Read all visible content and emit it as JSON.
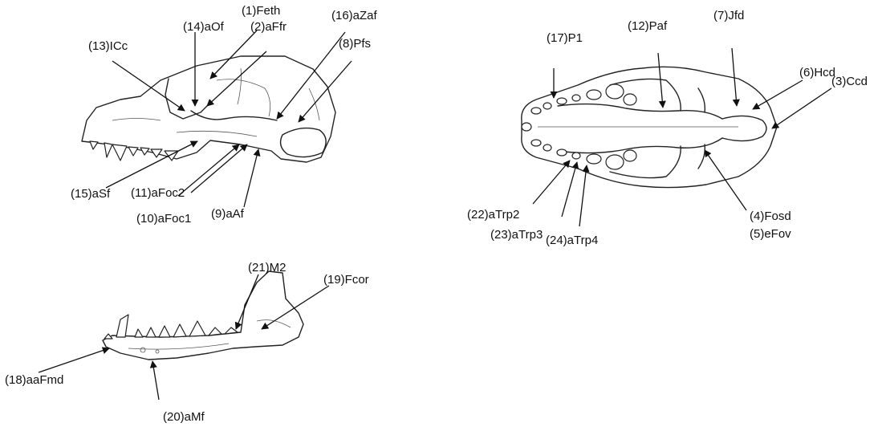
{
  "figure": {
    "labels": {
      "feth": "(1)Feth",
      "affr": "(2)aFfr",
      "ccd": "(3)Ccd",
      "fosd": "(4)Fosd",
      "efov": "(5)eFov",
      "hcd": "(6)Hcd",
      "jfd": "(7)Jfd",
      "pfs": "(8)Pfs",
      "aaf": "(9)aAf",
      "afoc1": "(10)aFoc1",
      "afoc2": "(11)aFoc2",
      "paf": "(12)Paf",
      "icc": "(13)ICc",
      "aof": "(14)aOf",
      "asf": "(15)aSf",
      "azaf": "(16)aZaf",
      "p1": "(17)P1",
      "aafmd": "(18)aaFmd",
      "fcor": "(19)Fcor",
      "amf": "(20)aMf",
      "m2": "(21)M2",
      "atrp2": "(22)aTrp2",
      "atrp3": "(23)aTrp3",
      "atrp4": "(24)aTrp4"
    }
  }
}
